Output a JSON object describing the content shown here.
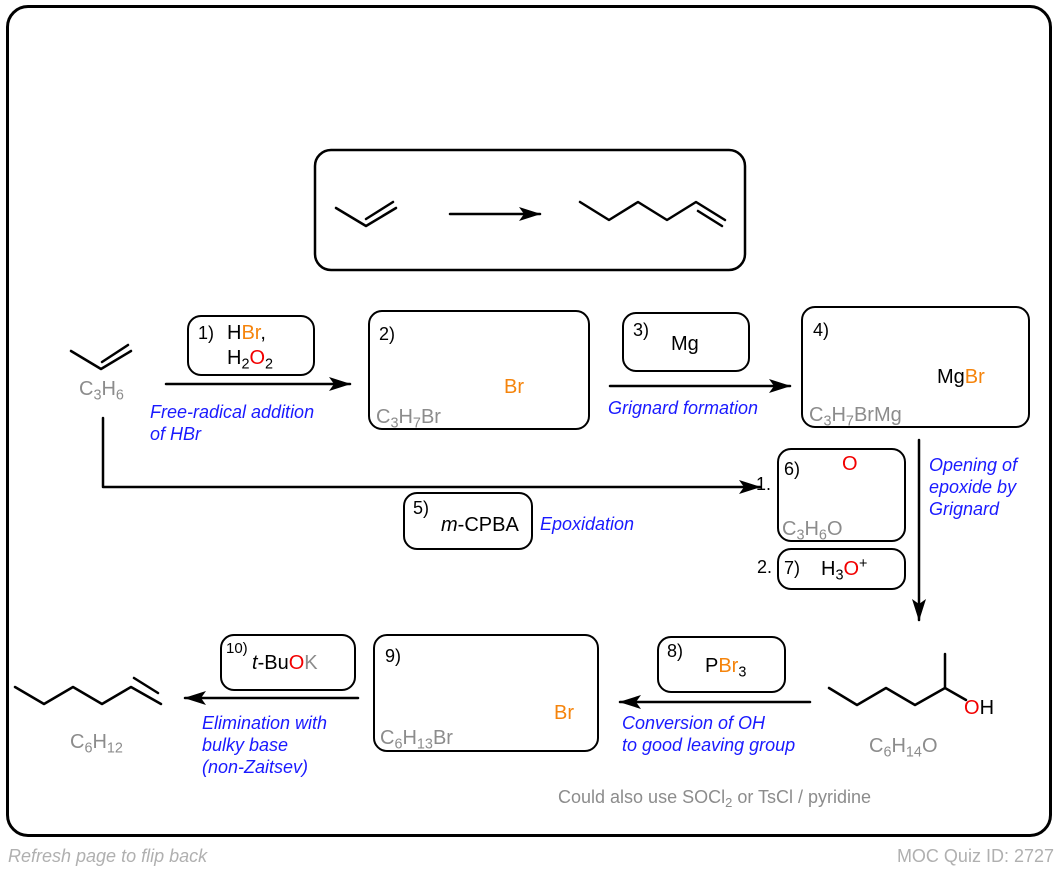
{
  "footer": {
    "left": "Refresh page to flip back",
    "right": "MOC Quiz ID: 2727"
  },
  "target": {
    "reactant_name": "propene",
    "product_name": "1-hexene"
  },
  "compounds": {
    "start": {
      "formula_parts": [
        "C",
        "3",
        "H",
        "6"
      ]
    },
    "c2": {
      "number": "2)",
      "substituent": "Br",
      "formula_parts": [
        "C",
        "3",
        "H",
        "7",
        "Br"
      ]
    },
    "c4": {
      "number": "4)",
      "substituent_a": "Mg",
      "substituent_b": "Br",
      "formula_parts": [
        "C",
        "3",
        "H",
        "7",
        "BrMg"
      ]
    },
    "c6": {
      "prefix": "1.",
      "number": "6)",
      "atom": "O",
      "formula_parts": [
        "C",
        "3",
        "H",
        "6",
        "O"
      ]
    },
    "alcohol": {
      "atom": "O",
      "h": "H",
      "formula_parts": [
        "C",
        "6",
        "H",
        "14",
        "O"
      ]
    },
    "c9": {
      "number": "9)",
      "substituent": "Br",
      "formula_parts": [
        "C",
        "6",
        "H",
        "13",
        "Br"
      ]
    },
    "final": {
      "formula_parts": [
        "C",
        "6",
        "H",
        "12"
      ]
    }
  },
  "reagents": {
    "r1": {
      "number": "1)",
      "h": "H",
      "br": "Br",
      "comma": ",",
      "h2": "H",
      "sub2": "2",
      "o": "O",
      "sub2b": "2"
    },
    "r3": {
      "number": "3)",
      "text": "Mg"
    },
    "r5": {
      "number": "5)",
      "italic": "m",
      "text": "-CPBA"
    },
    "r7": {
      "prefix": "2.",
      "number": "7)",
      "h": "H",
      "sub": "3",
      "o": "O",
      "charge": "+"
    },
    "r8": {
      "number": "8)",
      "p": "P",
      "br": "Br",
      "sub": "3"
    },
    "r10": {
      "number": "10)",
      "italic": "t",
      "text": "-Bu",
      "o": "O",
      "k": "K"
    }
  },
  "annotations": {
    "step1": [
      "Free-radical addition",
      "of HBr"
    ],
    "step3": "Grignard formation",
    "step5": "Epoxidation",
    "step6": [
      "Opening of",
      "epoxide by",
      "Grignard"
    ],
    "step8": [
      "Conversion of OH",
      "to good leaving group"
    ],
    "step10": [
      "Elimination with",
      "bulky base",
      "(non-Zaitsev)"
    ],
    "alternative": {
      "pre": "Could also use SOCl",
      "sub": "2",
      "post": " or TsCl / pyridine"
    }
  },
  "colors": {
    "bromine": "#f5840c",
    "oxygen": "#f20000",
    "annotation": "#1a1aff",
    "formula": "#8c8c8c"
  }
}
